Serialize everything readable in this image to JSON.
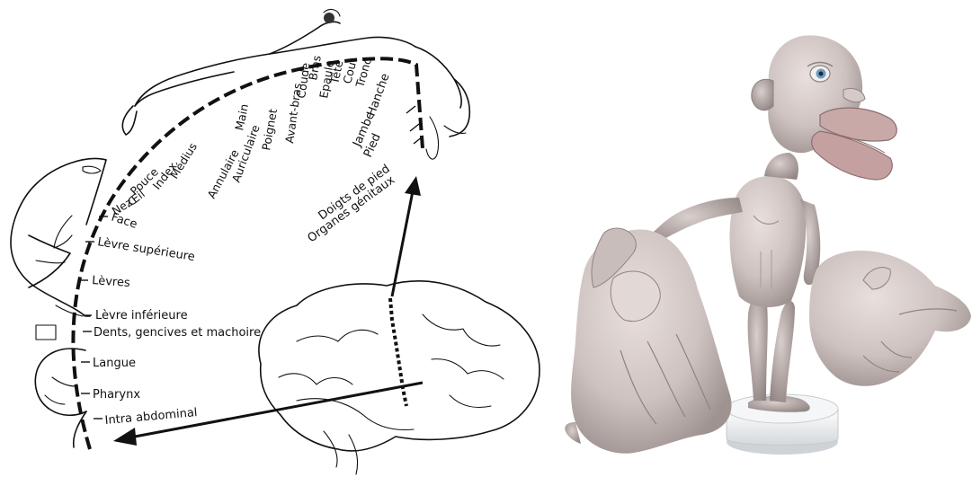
{
  "cortex_labels": {
    "toes": "Doigts de pied",
    "genitals": "Organes génitaux",
    "foot": "Pied",
    "leg": "Jambe",
    "hip": "Hanche",
    "trunk": "Tronc",
    "neck": "Cou",
    "head": "Tête",
    "shoulder": "Epaule",
    "arm": "Bras",
    "elbow": "Coude",
    "forearm": "Avant-bras",
    "wrist": "Poignet",
    "hand": "Main",
    "little_finger": "Auriculaire",
    "ring_finger": "Annulaire",
    "middle_finger": "Médius",
    "index_finger": "Index",
    "thumb": "Pouce",
    "eye": "Œil",
    "nose": "Nez",
    "face": "Face",
    "upper_lip": "Lèvre supérieure",
    "lips": "Lèvres",
    "lower_lip": "Lèvre inférieure",
    "teeth_gums_jaw": "Dents, gencives et machoire",
    "tongue": "Langue",
    "pharynx": "Pharynx",
    "intra_abdominal": "Intra abdominal"
  }
}
